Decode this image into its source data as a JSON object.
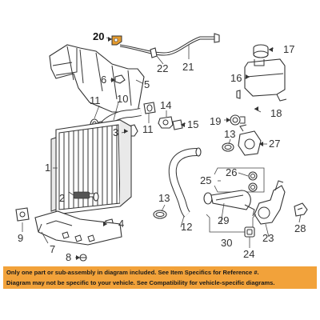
{
  "callouts": {
    "c1": "1",
    "c2": "2",
    "c3": "3",
    "c4": "4",
    "c5": "5",
    "c6": "6",
    "c7": "7",
    "c8": "8",
    "c9": "9",
    "c10": "10",
    "c11a": "11",
    "c11b": "11",
    "c12": "12",
    "c13a": "13",
    "c13b": "13",
    "c14": "14",
    "c15": "15",
    "c16": "16",
    "c17": "17",
    "c18": "18",
    "c19": "19",
    "c20": "20",
    "c21": "21",
    "c22": "22",
    "c23": "23",
    "c24": "24",
    "c25": "25",
    "c26": "26",
    "c27": "27",
    "c28": "28",
    "c29": "29",
    "c30": "30"
  },
  "highlighted_callout": "20",
  "banner": {
    "line1": "Only one part or sub-assembly in diagram included. See Item Specifics for Reference #.",
    "line2": "Diagram may not be specific to your vehicle. See Compatibility for vehicle-specific diagrams.",
    "background_color": "#f2a23a"
  },
  "colors": {
    "highlight_part": "#e39a2e",
    "line": "#333333"
  }
}
